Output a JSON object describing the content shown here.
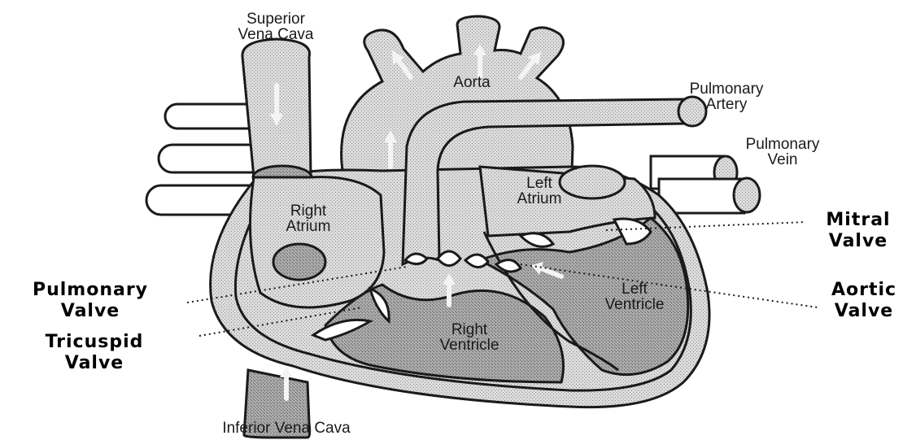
{
  "labels": {
    "superior_vena_cava": [
      "Superior",
      "Vena Cava"
    ],
    "aorta": "Aorta",
    "pulmonary_artery": [
      "Pulmonary",
      "Artery"
    ],
    "pulmonary_vein": [
      "Pulmonary",
      "Vein"
    ],
    "left_atrium": [
      "Left",
      "Atrium"
    ],
    "right_atrium": [
      "Right",
      "Atrium"
    ],
    "left_ventricle": [
      "Left",
      "Ventricle"
    ],
    "right_ventricle": [
      "Right",
      "Ventricle"
    ],
    "inferior_vena_cava": "Inferior Vena Cava"
  },
  "callouts": {
    "mitral_valve": [
      "Mitral",
      "Valve"
    ],
    "aortic_valve": [
      "Aortic",
      "Valve"
    ],
    "pulmonary_valve": [
      "Pulmonary",
      "Valve"
    ],
    "tricuspid_valve": [
      "Tricuspid",
      "Valve"
    ]
  },
  "colors": {
    "stipple_light": "#d8d8d8",
    "stipple_dark": "#a9a9a9",
    "outline": "#1a1a1a"
  }
}
